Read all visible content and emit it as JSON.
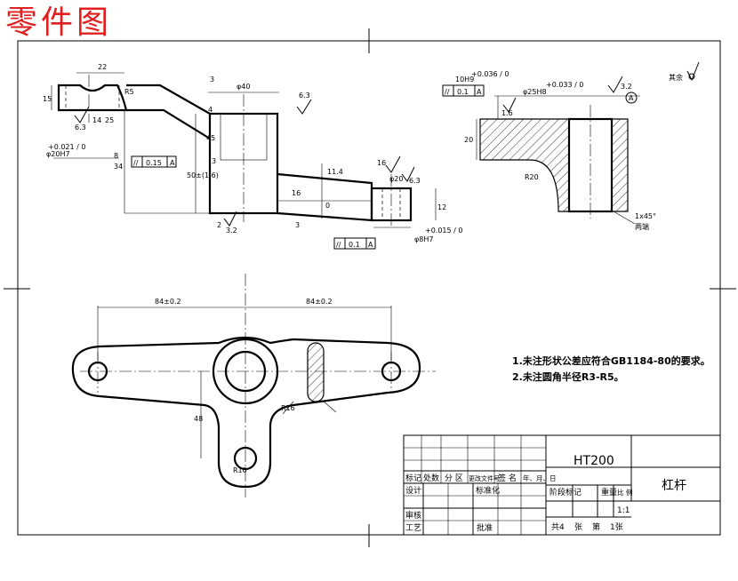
{
  "title": "零件图",
  "roughness_other": "其余",
  "dims": {
    "d22": "22",
    "d15": "15",
    "r5": "R5",
    "ra63a": "6.3",
    "d14": "14",
    "d25": "25",
    "phi40": "φ40",
    "d4": "4",
    "ra63b": "6.3",
    "d3": "3",
    "d45": "45",
    "d50": "50±(1.6)",
    "d34": "34",
    "d3b": "3",
    "d8": "8",
    "phi20_label": "φ20H7",
    "phi20_tol": "+0.021 / 0",
    "par1_val": "0.15",
    "par1_ref": "A",
    "ra32": "3.2",
    "d2a": "2",
    "d11": "11.4",
    "d16": "16",
    "d0": "0",
    "d3c": "3",
    "phi20b": "φ20",
    "ra63c": "6.3",
    "d16b": "16",
    "d12": "12",
    "phi8_label": "φ8H7",
    "phi8_tol": "+0.015 / 0",
    "par2_val": "0.1",
    "par2_ref": "A",
    "d10_label": "10H9",
    "d10_tol": "+0.036 / 0",
    "par3_val": "0.1",
    "par3_ref": "A",
    "d1_6": "1.6",
    "phi25_label": "φ25H8",
    "phi25_tol": "+0.033 / 0",
    "ra32b": "3.2",
    "datum_a": "A",
    "d20": "20",
    "r20": "R20",
    "chamfer": "1x45°",
    "both_ends": "两端",
    "d84a": "84±0.2",
    "d84b": "84±0.2",
    "d48": "48",
    "r10": "R10",
    "r16": "R16"
  },
  "notes": [
    "1.未注形状公差应符合GB1184-80的要求。",
    "2.未注圆角半径R3-R5。"
  ],
  "title_block": {
    "material": "HT200",
    "part_name": "杠杆",
    "scale": "1:1",
    "row_labels": [
      "标记",
      "处数",
      "分 区",
      "更改文件号",
      "签 名",
      "年、月、日"
    ],
    "design": "设计",
    "standardize": "标准化",
    "review": "审核",
    "process": "工艺",
    "approve": "批准",
    "stage_mark": "阶段标记",
    "weight": "重量",
    "ratio": "比 例",
    "total": "共4",
    "sheets": "张",
    "sheet_no": "第",
    "sheet_count": "1张"
  }
}
